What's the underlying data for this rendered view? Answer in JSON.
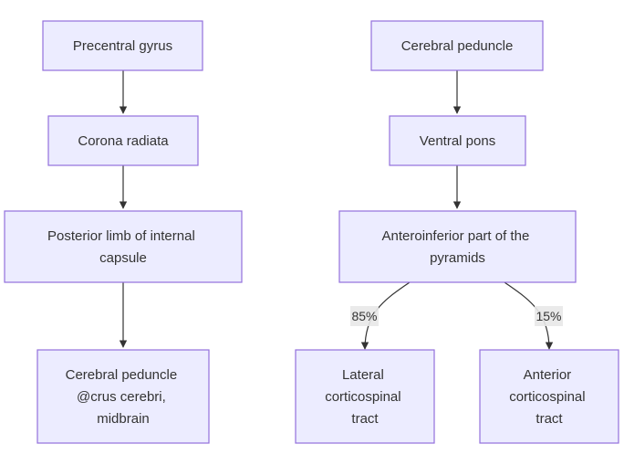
{
  "diagram": {
    "nodes": {
      "precentral_gyrus": {
        "lines": [
          "Precentral gyrus"
        ]
      },
      "corona_radiata": {
        "lines": [
          "Corona radiata"
        ]
      },
      "posterior_limb": {
        "lines": [
          "Posterior limb of internal",
          "capsule"
        ]
      },
      "cerebral_peduncle_crus": {
        "lines": [
          "Cerebral peduncle",
          "@crus cerebri,",
          "midbrain"
        ]
      },
      "cerebral_peduncle": {
        "lines": [
          "Cerebral peduncle"
        ]
      },
      "ventral_pons": {
        "lines": [
          "Ventral pons"
        ]
      },
      "anteroinferior_pyramids": {
        "lines": [
          "Anteroinferior part of the",
          "pyramids"
        ]
      },
      "lateral_corticospinal": {
        "lines": [
          "Lateral",
          "corticospinal",
          "tract"
        ]
      },
      "anterior_corticospinal": {
        "lines": [
          "Anterior",
          "corticospinal",
          "tract"
        ]
      }
    },
    "edges": [
      {
        "from": "precentral_gyrus",
        "to": "corona_radiata",
        "label": ""
      },
      {
        "from": "corona_radiata",
        "to": "posterior_limb",
        "label": ""
      },
      {
        "from": "posterior_limb",
        "to": "cerebral_peduncle_crus",
        "label": ""
      },
      {
        "from": "cerebral_peduncle",
        "to": "ventral_pons",
        "label": ""
      },
      {
        "from": "ventral_pons",
        "to": "anteroinferior_pyramids",
        "label": ""
      },
      {
        "from": "anteroinferior_pyramids",
        "to": "lateral_corticospinal",
        "label": "85%"
      },
      {
        "from": "anteroinferior_pyramids",
        "to": "anterior_corticospinal",
        "label": "15%"
      }
    ],
    "colors": {
      "node_fill": "#ECECFF",
      "node_stroke": "#9370DB",
      "edge": "#333333",
      "label_background": "#e8e8e8"
    }
  }
}
